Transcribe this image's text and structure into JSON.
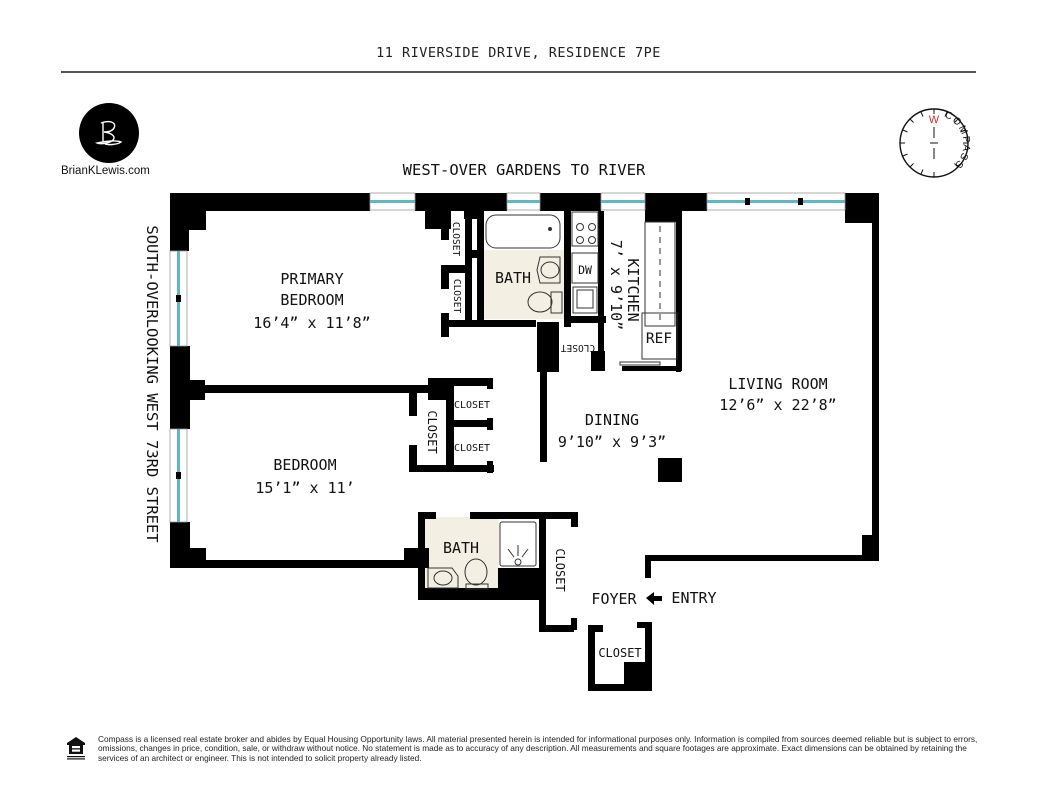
{
  "header": {
    "title": "11 RIVERSIDE DRIVE, RESIDENCE 7PE"
  },
  "branding": {
    "logo_icon": "signature-b-logo",
    "caption": "BrianKLewis.com"
  },
  "compass": {
    "direction_label": "W",
    "ring_text": "COMPASS",
    "accent_color": "#e0262b"
  },
  "exposures": {
    "top": "WEST-OVER GARDENS TO RIVER",
    "left": "SOUTH-OVERLOOKING WEST 73RD STREET"
  },
  "rooms": {
    "primary_bedroom": {
      "name_line1": "PRIMARY",
      "name_line2": "BEDROOM",
      "dims": "16’4” x 11’8”"
    },
    "bedroom": {
      "name": "BEDROOM",
      "dims": "15’1” x 11’"
    },
    "bath1": {
      "name": "BATH"
    },
    "bath2": {
      "name": "BATH"
    },
    "kitchen": {
      "name": "KITCHEN",
      "dims": "7’ x 9’10”",
      "dw": "DW",
      "ref": "REF"
    },
    "dining": {
      "name": "DINING",
      "dims": "9’10” x 9’3”"
    },
    "living_room": {
      "name": "LIVING ROOM",
      "dims": "12’6” x 22’8”"
    },
    "foyer": {
      "name": "FOYER",
      "entry": "ENTRY"
    },
    "closets": {
      "primary_closet_1": "CLOSET",
      "primary_closet_2": "CLOSET",
      "kitchen_closet": "CLOSET",
      "bedroom_closet_a": "CLOSET",
      "bedroom_closet_b": "CLOSET",
      "bedroom_closet_c": "CLOSET",
      "foyer_closet_1": "CLOSET",
      "foyer_closet_2": "CLOSET"
    }
  },
  "colors": {
    "wall": "#000000",
    "window_glass": "#5fb6c4",
    "bath_tile": "#f3f0e3",
    "rule": "#555555"
  },
  "footer": {
    "icon": "equal-housing-opportunity-icon",
    "disclaimer": "Compass is a licensed real estate broker and abides by Equal Housing Opportunity laws. All material presented herein is intended for informational purposes only. Information is compiled from sources deemed reliable but is subject to errors, omissions, changes in price, condition, sale, or withdraw without notice. No statement is made as to accuracy of any description. All measurements and square footages are approximate. Exact dimensions can be obtained by retaining the services of an architect or engineer. This is not intended to solicit property already listed."
  }
}
